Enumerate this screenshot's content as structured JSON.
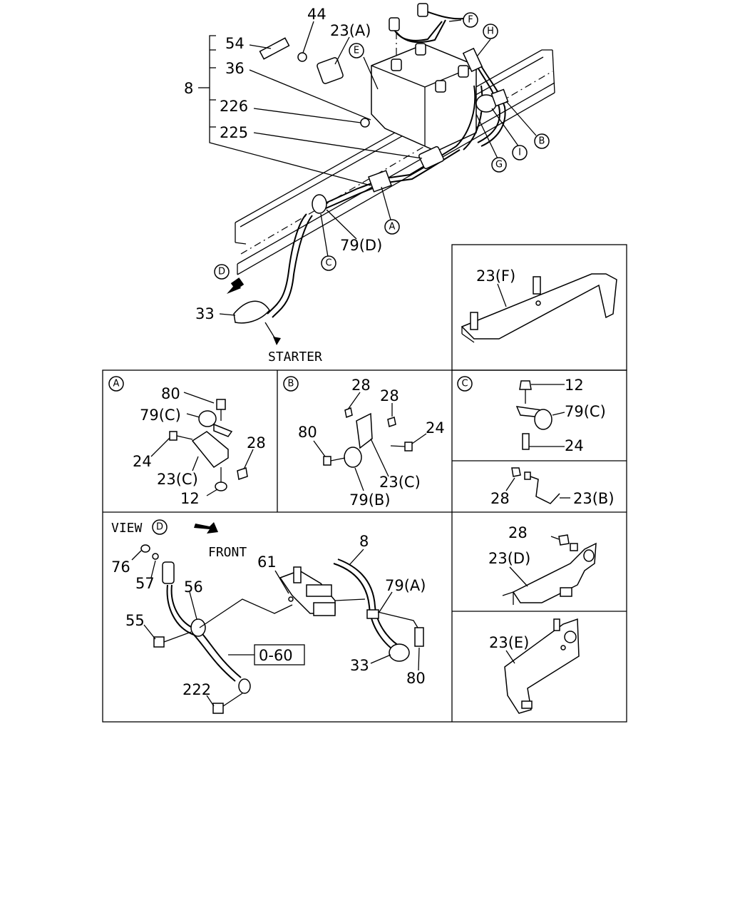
{
  "main": {
    "labels": {
      "p8": "8",
      "p44": "44",
      "p54": "54",
      "p23A": "23(A)",
      "p36": "36",
      "p226": "226",
      "p225": "225",
      "p79D": "79(D)",
      "p33": "33",
      "starter": "STARTER",
      "circE": "E",
      "circF": "F",
      "circH": "H",
      "circB": "B",
      "circI": "I",
      "circG": "G",
      "circA": "A",
      "circC": "C",
      "circD": "D"
    }
  },
  "panel_f": {
    "p23F": "23(F)"
  },
  "detail_a": {
    "circle": "A",
    "p80": "80",
    "p79C": "79(C)",
    "p24": "24",
    "p28": "28",
    "p23C": "23(C)",
    "p12": "12"
  },
  "detail_b": {
    "circle": "B",
    "p28a": "28",
    "p28b": "28",
    "p80": "80",
    "p24": "24",
    "p23C": "23(C)",
    "p79B": "79(B)"
  },
  "detail_c": {
    "circle": "C",
    "p12": "12",
    "p79C": "79(C)",
    "p24": "24"
  },
  "detail_23b": {
    "p28": "28",
    "p23B": "23(B)"
  },
  "view_d": {
    "view": "VIEW",
    "circle": "D",
    "front": "FRONT",
    "p76": "76",
    "p57": "57",
    "p56": "56",
    "p55": "55",
    "p222": "222",
    "ref": "0-60",
    "p61": "61",
    "p8": "8",
    "p79A": "79(A)",
    "p33": "33",
    "p80": "80"
  },
  "panel_d": {
    "p28": "28",
    "p23D": "23(D)"
  },
  "panel_e": {
    "p23E": "23(E)"
  }
}
